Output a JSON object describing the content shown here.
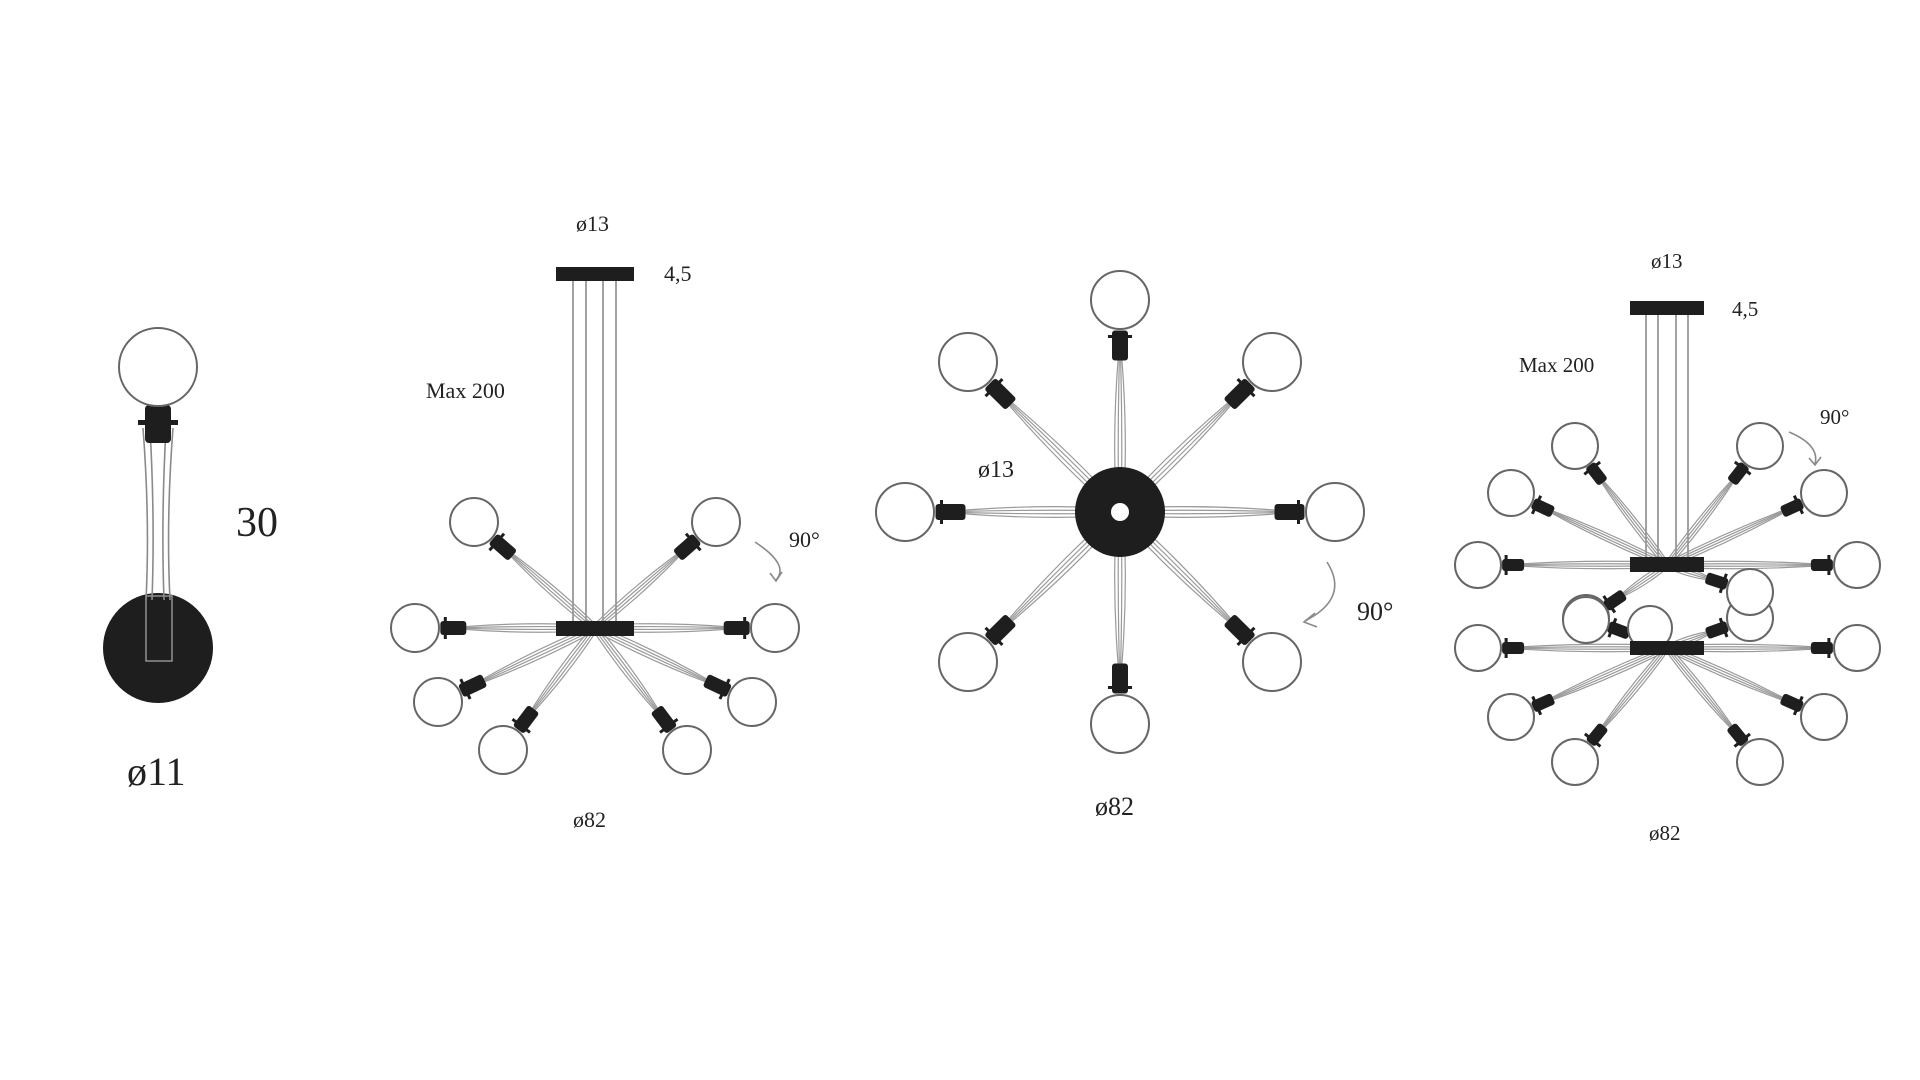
{
  "labels": {
    "wall_height": "30",
    "wall_diameter": "ø11",
    "p1_canopy_diameter": "ø13",
    "p1_canopy_height": "4,5",
    "p1_max_drop": "Max 200",
    "p1_rotation": "90°",
    "p1_diameter": "ø82",
    "top_center_diameter": "ø13",
    "top_rotation": "90°",
    "top_diameter": "ø82",
    "p2_canopy_diameter": "ø13",
    "p2_canopy_height": "4,5",
    "p2_max_drop": "Max 200",
    "p2_rotation": "90°",
    "p2_diameter": "ø82"
  },
  "colors": {
    "ink": "#1e1e1e",
    "wire": "#8a8a8a",
    "bulb_outline": "#666666",
    "background": "#ffffff"
  }
}
